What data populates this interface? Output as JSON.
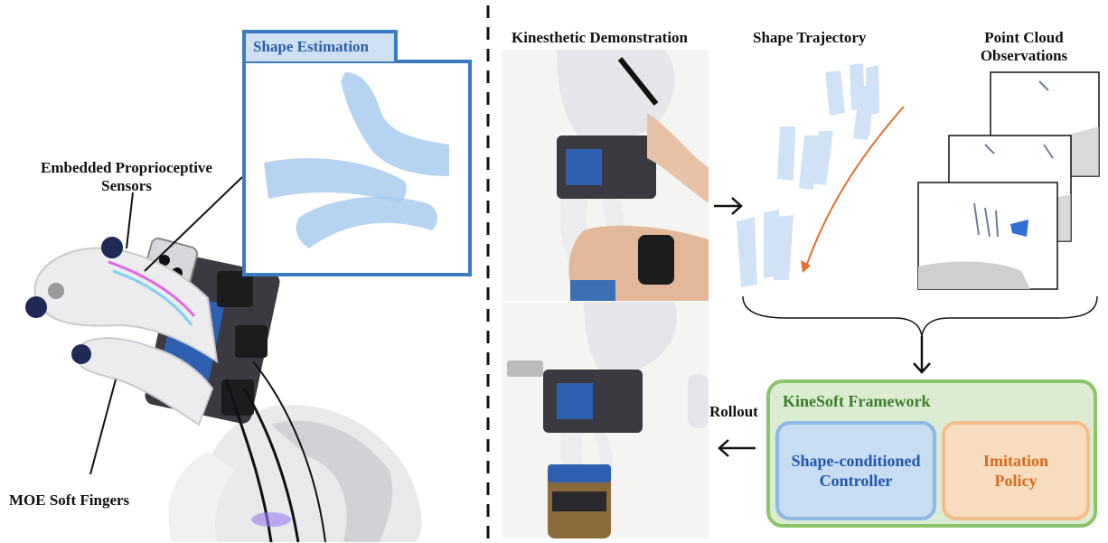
{
  "labels": {
    "shape_estimation": "Shape Estimation",
    "embedded_sensors_line1": "Embedded Proprioceptive",
    "embedded_sensors_line2": "Sensors",
    "moe_fingers": "MOE Soft Fingers",
    "kinesthetic_demo": "Kinesthetic Demonstration",
    "shape_trajectory": "Shape Trajectory",
    "point_cloud_line1": "Point Cloud",
    "point_cloud_line2": "Observations",
    "rollout": "Rollout"
  },
  "framework": {
    "title": "KineSoft Framework",
    "controller_line1": "Shape-conditioned",
    "controller_line2": "Controller",
    "policy_line1": "Imitation",
    "policy_line2": "Policy"
  },
  "colors": {
    "shape_box_border": "#3b7bbf",
    "shape_box_header_bg": "#cfe0f3",
    "shape_blue_text": "#2a5fa8",
    "finger_shape": "#a9cbef",
    "trajectory_arrow": "#e0702f",
    "framework_border": "#8dc46b",
    "framework_bg": "#dcecd2",
    "framework_title": "#3d7d2a",
    "controller_border": "#8fb8e6",
    "controller_bg": "#c8dcf2",
    "controller_text": "#2157b0",
    "policy_border": "#f3be8a",
    "policy_bg": "#f8dcc0",
    "policy_text": "#d86a1a"
  },
  "icons": [
    "arrow-right-icon",
    "arrow-down-icon",
    "arrow-left-icon"
  ]
}
